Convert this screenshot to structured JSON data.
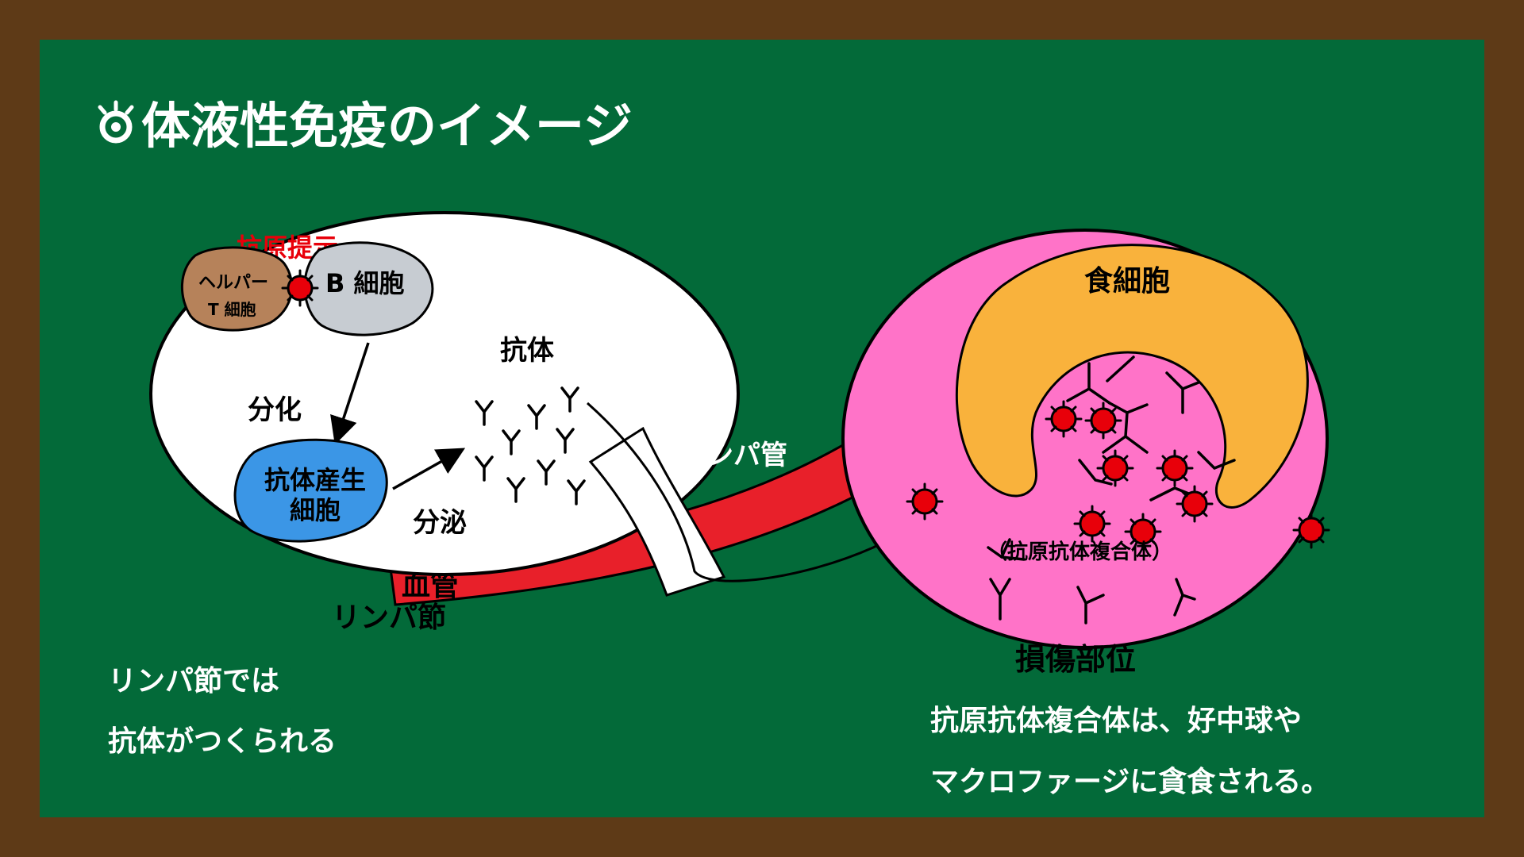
{
  "title": "体液性免疫のイメージ",
  "lymph_node": {
    "antigen_presentation": "抗原提示",
    "helper_t_line1": "ヘルパー",
    "helper_t_line2": "T 細胞",
    "b_cell": "B 細胞",
    "differentiation": "分化",
    "plasma_cell_line1": "抗体産生",
    "plasma_cell_line2": "細胞",
    "secretion": "分泌",
    "antibody": "抗体",
    "name": "リンパ節"
  },
  "vessels": {
    "lymph_duct": "リンパ管",
    "blood_vessel": "血管"
  },
  "damage_site": {
    "phagocyte": "食細胞",
    "complex": "（抗原抗体複合体）",
    "name": "損傷部位"
  },
  "captions": {
    "left_line1": "リンパ節では",
    "left_line2": "抗体がつくられる",
    "right_line1": "抗原抗体複合体は、好中球や",
    "right_line2": "マクロファージに貪食される。"
  },
  "colors": {
    "board": "#036a39",
    "frame": "#5e3a17",
    "title": "#ffffff",
    "accent_red": "#e8000a",
    "lymph_node": "#ffffff",
    "damage_site": "#ff73c8",
    "phagocyte": "#f9b23c",
    "helper_t": "#b6825a",
    "b_cell": "#c7ccd2",
    "plasma_cell": "#3b96e6",
    "blood_vessel": "#e8202a"
  }
}
